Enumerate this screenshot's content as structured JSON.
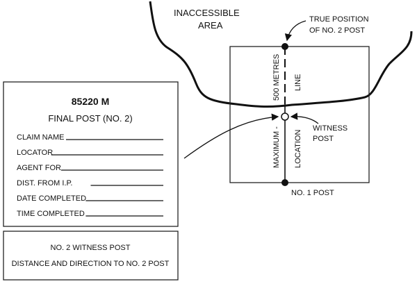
{
  "map": {
    "inaccessible_area": [
      "INACCESSIBLE",
      "AREA"
    ],
    "true_position": [
      "TRUE POSITION",
      "OF NO. 2 POST"
    ],
    "witness_post": [
      "WITNESS",
      "POST"
    ],
    "no1_post": "NO. 1 POST",
    "line_left_top": "500 METRES",
    "line_right_top": "LINE",
    "line_left_bottom": "MAXIMUM -",
    "line_right_bottom": "LOCATION"
  },
  "tag": {
    "number": "85220 M",
    "title": "FINAL POST (NO. 2)",
    "fields": [
      "CLAIM NAME",
      "LOCATOR",
      "AGENT FOR",
      "DIST. FROM I.P.",
      "DATE COMPLETED",
      "TIME COMPLETED"
    ]
  },
  "witness_tag": {
    "line1": "NO. 2 WITNESS POST",
    "line2": "DISTANCE AND DIRECTION TO NO. 2 POST"
  }
}
